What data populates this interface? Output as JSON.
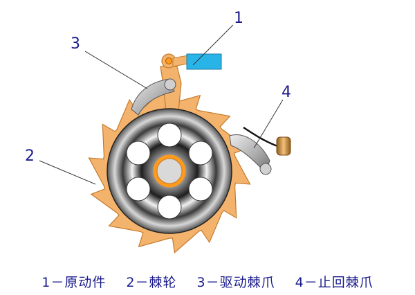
{
  "labels": {
    "one": "1",
    "two": "2",
    "three": "3",
    "four": "4"
  },
  "legend": [
    "1－原动件",
    "2－棘轮",
    "3－驱动棘爪",
    "4－止回棘爪"
  ],
  "colors": {
    "ratchet": "#f4b36c",
    "ratchet_edge": "#c47a2c",
    "pawl": "#b8b8b8",
    "driver": "#29b4e8",
    "hub": "#ff9a1a",
    "label": "#1a1a8c"
  }
}
